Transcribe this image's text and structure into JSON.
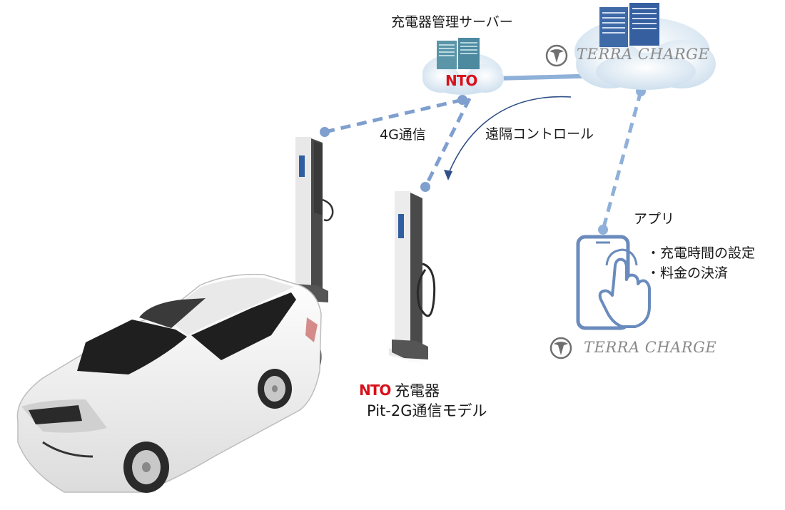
{
  "server_label": "充電器管理サーバー",
  "server_logo_text": "NTO",
  "terra_brand_top": "TERRA CHARGE",
  "link_4g": "4G通信",
  "remote_control": "遠隔コントロール",
  "app": {
    "title": "アプリ",
    "features": [
      "・充電時間の設定",
      "・料金の決済"
    ],
    "brand": "TERRA CHARGE"
  },
  "charger": {
    "logo_text": "NTO",
    "name": "充電器",
    "model": "Pit-2G通信モデル"
  },
  "colors": {
    "line": "#7f9fcf",
    "line_dark": "#4a6fae",
    "server_teal": "#5a95a8",
    "server_blue": "#3f6aa8",
    "phone": "#6a8bbd",
    "nto_red": "#d8101a"
  }
}
